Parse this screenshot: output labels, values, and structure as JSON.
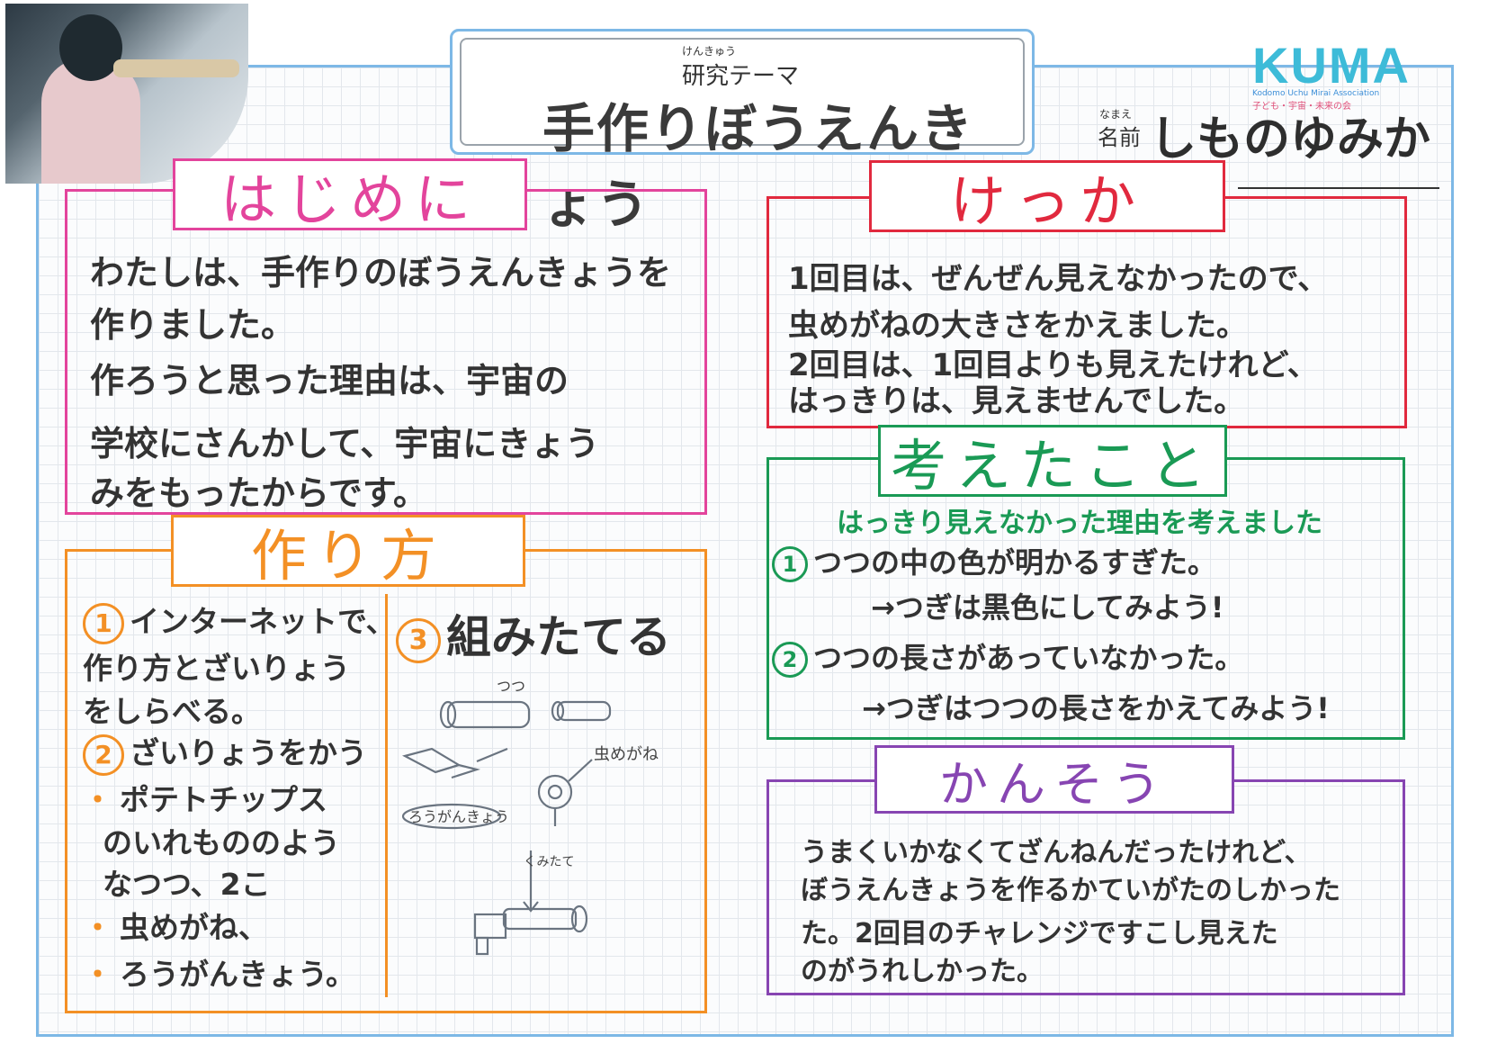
{
  "theme": {
    "ruby": "けんきゅう",
    "label": "研究テーマ",
    "title": "手作りぼうえんきょう"
  },
  "logo": {
    "text": "KUMA",
    "sub": "Kodomo Uchu Mirai Association",
    "sub_jp": "子ども・宇宙・未来の会"
  },
  "name": {
    "ruby": "なまえ",
    "label": "名前",
    "value": "しものゆみか"
  },
  "hajimeni": {
    "title": "はじめに",
    "lines": [
      "わたしは、手作りのぼうえんきょうを",
      "作りました。",
      "作ろうと思った理由は、宇宙の",
      "学校にさんかして、宇宙にきょう",
      "みをもったからです。"
    ]
  },
  "tsukurikata": {
    "title": "作り方",
    "step1_num": "1",
    "step1_lines": [
      "インターネットで、",
      "作り方とざいりょう",
      "をしらべる。"
    ],
    "step2_num": "2",
    "step2_line": "ざいりょうをかう",
    "items": [
      "ポテトチップス",
      "のいれもののよう",
      "なつつ、2こ",
      "虫めがね、",
      "ろうがんきょう。"
    ],
    "step3_num": "3",
    "step3_label": "組みたてる",
    "diagram_labels": {
      "tsutsu": "つつ",
      "mushimegane": "虫めがね",
      "rougankyou": "ろうがんきょう",
      "kumitate": "くみたて"
    }
  },
  "kekka": {
    "title": "けっか",
    "lines": [
      "1回目は、ぜんぜん見えなかったので、",
      "虫めがねの大きさをかえました。",
      "2回目は、1回目よりも見えたけれど、",
      "はっきりは、見えませんでした。"
    ]
  },
  "kangaeta": {
    "title": "考えたこと",
    "subtitle": "はっきり見えなかった理由を考えました",
    "p1_num": "1",
    "p1": "つつの中の色が明かるすぎた。",
    "p1_next": "→つぎは黒色にしてみよう!",
    "p2_num": "2",
    "p2": "つつの長さがあっていなかった。",
    "p2_next": "→つぎはつつの長さをかえてみよう!"
  },
  "kansou": {
    "title": "かんそう",
    "lines": [
      "うまくいかなくてざんねんだったけれど、",
      "ぼうえんきょうを作るかていがたのしかった",
      "た。2回目のチャレンジですこし見えた",
      "のがうれしかった。"
    ]
  },
  "colors": {
    "pink": "#e3449c",
    "red": "#e1293e",
    "orange": "#f39025",
    "green": "#1a9a55",
    "purple": "#8745b2",
    "frame_blue": "#7db8e6"
  }
}
